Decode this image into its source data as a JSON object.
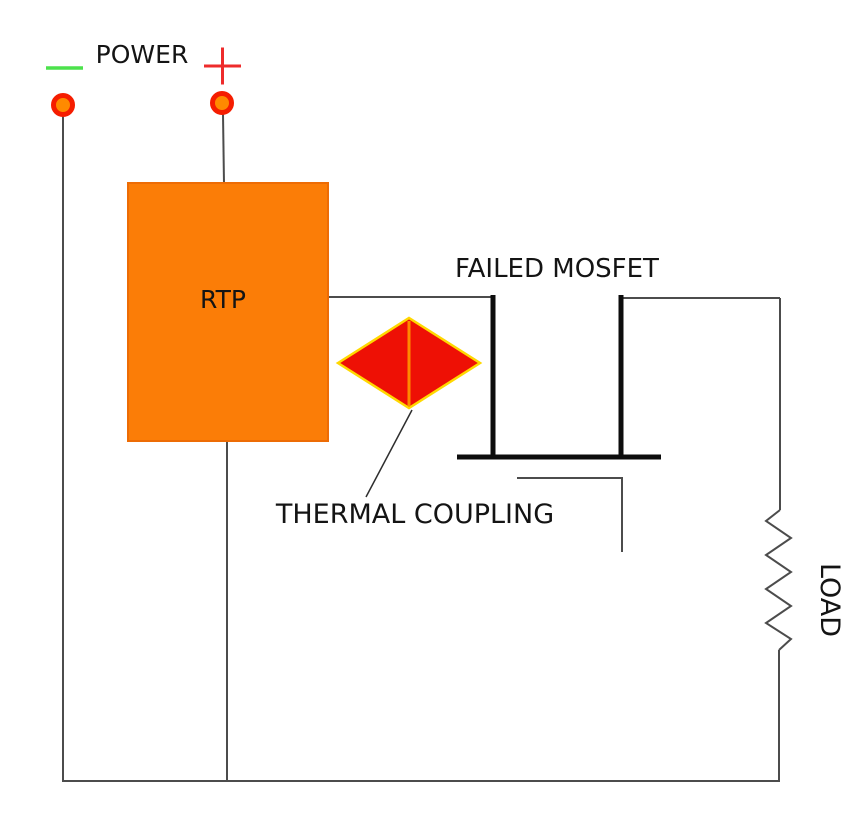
{
  "title": "RTP failed-MOSFET thermal coupling circuit diagram",
  "labels": {
    "power": "POWER",
    "rtp": "RTP",
    "failed_mosfet": "FAILED MOSFET",
    "thermal_coupling": "THERMAL COUPLING",
    "load": "LOAD"
  },
  "icons": {
    "minus": "minus-polarity-icon",
    "plus": "plus-polarity-icon",
    "terminal": "terminal-dot-icon",
    "thermal": "thermal-coupling-diamond-icon",
    "resistor": "resistor-zigzag-icon"
  },
  "colors": {
    "background": "#ffffff",
    "wire": "#4c4c4c",
    "mosfet": "#0d0d0d",
    "gate": "#4c4c4c",
    "leader_line": "#2e2e2e",
    "rtp_fill": "#fb7d07",
    "rtp_border": "#ed6c05",
    "terminal_ring": "#f51d00",
    "terminal_core": "#ff8a00",
    "plus_sign": "#ee2b2b",
    "minus_sign": "#4ce24c",
    "diamond_fill": "#ee1005",
    "diamond_border": "#ffd800",
    "diamond_divider": "#ff8a00",
    "text": "#141414"
  }
}
